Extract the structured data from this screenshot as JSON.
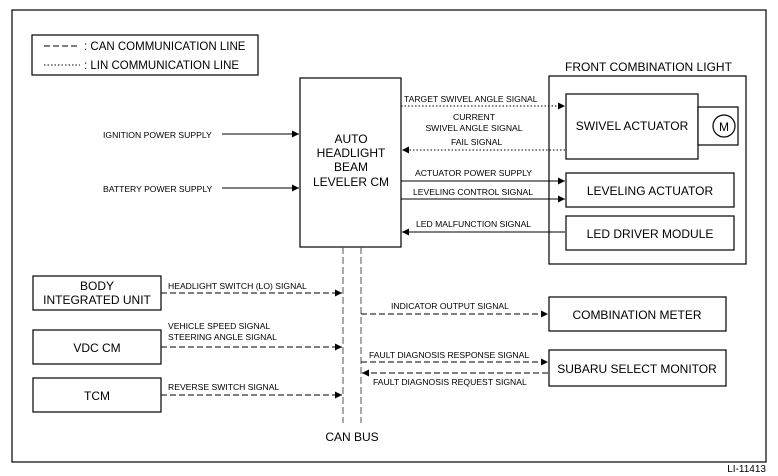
{
  "legend": {
    "can": ": CAN COMMUNICATION LINE",
    "lin": ": LIN COMMUNICATION LINE"
  },
  "group_title": "FRONT COMBINATION LIGHT",
  "central": [
    "AUTO",
    "HEADLIGHT",
    "BEAM",
    "LEVELER CM"
  ],
  "inputs": {
    "ignition": "IGNITION POWER SUPPLY",
    "battery": "BATTERY POWER SUPPLY"
  },
  "right_boxes": {
    "swivel": "SWIVEL ACTUATOR",
    "motor": "M",
    "leveling": "LEVELING ACTUATOR",
    "led": "LED DRIVER MODULE",
    "meter": "COMBINATION METER",
    "ssm": "SUBARU SELECT MONITOR"
  },
  "left_boxes": {
    "body": [
      "BODY",
      "INTEGRATED UNIT"
    ],
    "vdc": "VDC CM",
    "tcm": "TCM"
  },
  "signals": {
    "target_swivel": "TARGET SWIVEL ANGLE SIGNAL",
    "current_swivel": [
      "CURRENT",
      "SWIVEL ANGLE SIGNAL"
    ],
    "fail": "FAIL SIGNAL",
    "actuator_power": "ACTUATOR POWER SUPPLY",
    "leveling_control": "LEVELING CONTROL SIGNAL",
    "led_malfunction": "LED MALFUNCTION SIGNAL",
    "headlight_switch": "HEADLIGHT SWITCH (LO) SIGNAL",
    "vehicle_speed": "VEHICLE SPEED SIGNAL",
    "steering_angle": "STEERING ANGLE SIGNAL",
    "reverse_switch": "REVERSE SWITCH SIGNAL",
    "indicator_output": "INDICATOR OUTPUT SIGNAL",
    "fault_response": "FAULT DIAGNOSIS RESPONSE SIGNAL",
    "fault_request": "FAULT DIAGNOSIS REQUEST SIGNAL"
  },
  "bus_label": "CAN BUS",
  "figure_code": "LI-11413"
}
